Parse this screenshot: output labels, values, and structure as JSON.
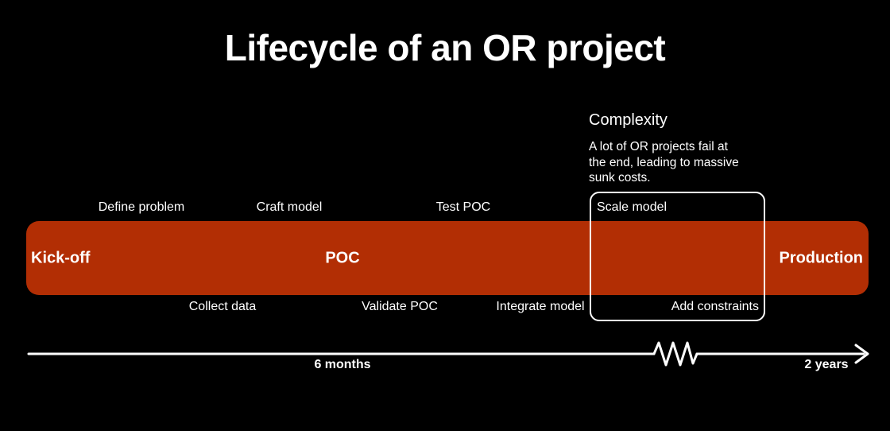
{
  "title": "Lifecycle of an OR project",
  "colors": {
    "background": "#000000",
    "bar_fill": "#B22E04",
    "text": "#FFFFFF",
    "highlight_outline": "#FFFFFF"
  },
  "annotation": {
    "heading": "Complexity",
    "body": "A lot of OR projects fail at\nthe end, leading to massive\nsunk costs."
  },
  "phases": [
    {
      "label": "Kick-off"
    },
    {
      "label": "POC"
    },
    {
      "label": "Production"
    }
  ],
  "milestones": {
    "top": [
      "Define problem",
      "Craft model",
      "Test POC",
      "Scale model"
    ],
    "bottom": [
      "Collect data",
      "Validate POC",
      "Integrate model",
      "Add constraints"
    ]
  },
  "timeline": {
    "duration_labels": [
      "6 months",
      "2 years"
    ]
  }
}
